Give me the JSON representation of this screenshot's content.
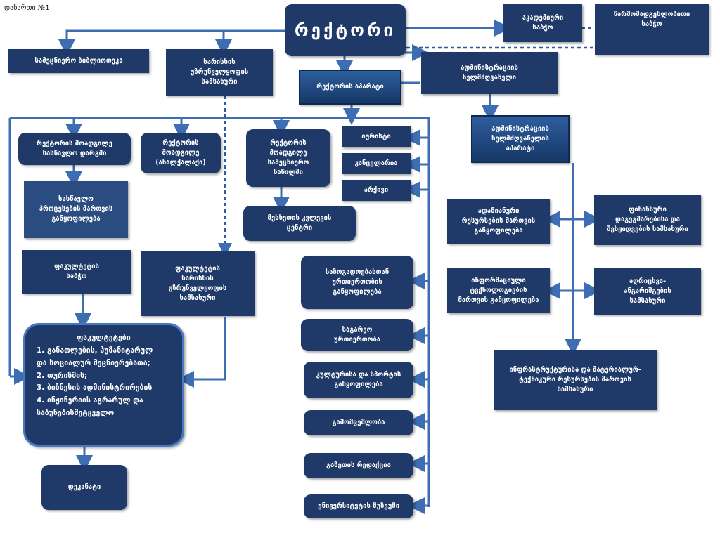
{
  "annex_label": "დანართი №1",
  "nodes": {
    "rector": "რექტორი",
    "academic_council": "აკადემიური\nსაბჭო",
    "representative_council": "წარმომადგენლობითი\nსაბჭო",
    "scientific_library": "სამეცნიერო ბიბლიოთეკა",
    "quality_service": "ხარისხის\nუზრუნველყოფის\nსამსახური",
    "rector_apparatus": "რექტორის აპარატი",
    "admin_head": "ადმინისტრაციის\nხელმძღვანელი",
    "admin_head_apparatus": "ადმინისტრაციის\nხელმძღვანელის აპარატი",
    "vice_rector_learning": "რექტორის მოადგილე\nსასწავლო დარგში",
    "vice_rector_akhaltsikhe": "რექტორის\nმოადგილე\n(ახალქალაქი)",
    "vice_rector_science": "რექტორის\nმოადგილე\nსამეცნიერო\nნაწილში",
    "legal": "იურისტი",
    "chancellery": "კანცელარია",
    "archive": "არქივი",
    "learning_process": "სასწავლო\nპროცესების მართვის\nგანყოფილება",
    "research_center": "მესხეთის კვლევის\nცენტრი",
    "hr": "ადამიანური\nრესურსების მართვის\nგანყოფილება",
    "finance": "ფინანსური\nდაგეგმარებისა და\nშესყიდვების სამსახური",
    "it": "ინფორმაციული\nტექნოლოგიების\nმართვის განყოფილება",
    "accounting": "აღრიცხვა-\nანგარიშგების\nსამსახური",
    "infrastructure": "ინფრასტრუქტურისა და მატერიალურ-\nტექნიკური რესურსების მართვის\nსამსახური",
    "faculty_council": "ფაკულტეტის\nსაბჭო",
    "faculty_quality": "ფაკულტეტის\nხარისხის\nუზრუნველყოფის\nსამსახური",
    "public_relations": "საზოგადოებასთან\nურთიერთობის\nგანყოფილება",
    "foreign_relations": "საგარეო\nურთიერთობა",
    "culture_sport": "კულტურისა და სპორტის\nგანყოფილება",
    "publishing": "გამომცემლობა",
    "newspaper": "გაზეთის რედაქცია",
    "museum": "უნივერსიტეტის მუზეუმი",
    "dean": "დეკანატი"
  },
  "faculties": {
    "heading": "ფაკულტეტები",
    "items": [
      "1. განათლების, ჰუმანიტარულ\nდა სოციალურ მეცნიერებათა;",
      "2. თურიზმის;",
      "3. ბიზნესის ადმინისტრირების",
      "4. ინჟინერიის აგრარულ და\nსაბუნებისმეტყველო"
    ]
  },
  "colors": {
    "box": "#1f3a68",
    "line": "#3d6db2",
    "dashed": "#2d5aa0"
  }
}
